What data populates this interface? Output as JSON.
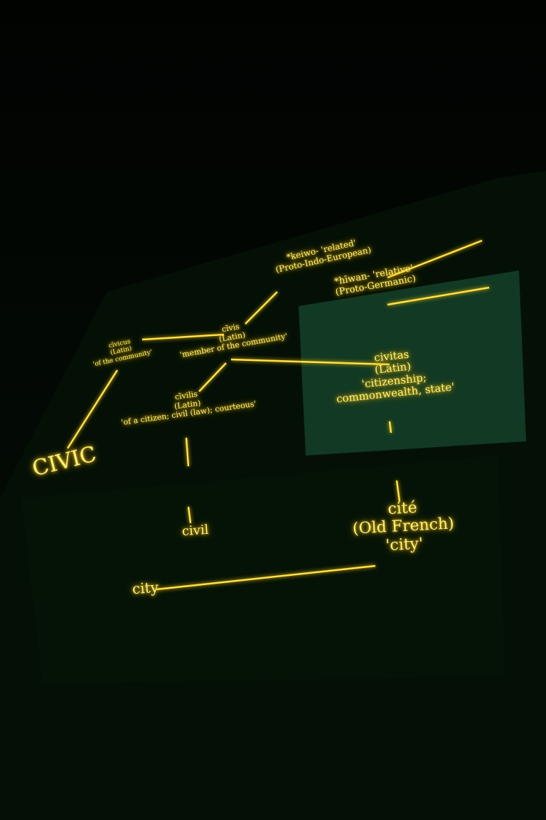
{
  "colors": {
    "neon": "#ffe45c",
    "wall_glow": "#1f5a2c",
    "background": "#020602"
  },
  "labels": {
    "civic": "CIVIC",
    "keiwo": {
      "word": "*keiwo- 'related'",
      "lang": "(Proto-Indo-European)"
    },
    "hiwan": {
      "word": "*hīwan- 'relative'",
      "lang": "(Proto-Germanic)"
    },
    "civis": {
      "word": "cīvis",
      "lang": "(Latin)",
      "gloss": "'member of the community'"
    },
    "civicus": {
      "word": "cīvicus",
      "lang": "(Latin)",
      "gloss": "'of the community'"
    },
    "civilis": {
      "word": "cīvilis",
      "lang": "(Latin)",
      "gloss": "'of a citizen; civil (law); courteous'"
    },
    "civitas": {
      "word": "civitas",
      "lang": "(Latin)",
      "gloss1": "'citizenship;",
      "gloss2": "commonwealth, state'"
    },
    "civil": "civil",
    "city": "city",
    "cite": {
      "word": "cité",
      "lang": "(Old French)",
      "gloss": "'city'"
    }
  }
}
